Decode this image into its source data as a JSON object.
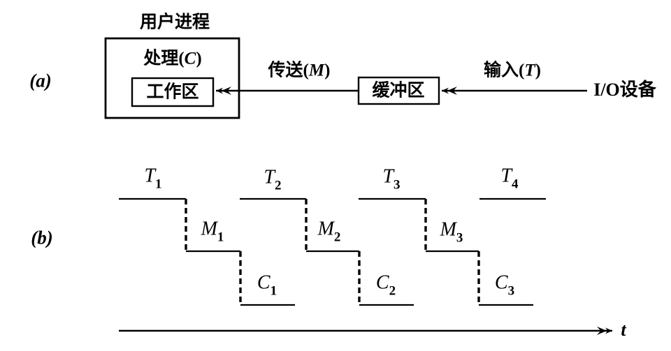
{
  "colors": {
    "ink": "#000000",
    "background": "#ffffff"
  },
  "part_a": {
    "label": "(a)",
    "user_process_title": "用户进程",
    "processing": {
      "prefix": "处理(",
      "var": "C",
      "suffix": ")"
    },
    "work_area": "工作区",
    "buffer": "缓冲区",
    "transfer": {
      "prefix": "传送(",
      "var": "M",
      "suffix": ")"
    },
    "input": {
      "prefix": "输入(",
      "var": "T",
      "suffix": ")"
    },
    "io_device": "I/O设备"
  },
  "part_b": {
    "label": "(b)",
    "axis_label": "t",
    "segments": [
      {
        "main": "T",
        "sub": "1"
      },
      {
        "main": "T",
        "sub": "2"
      },
      {
        "main": "T",
        "sub": "3"
      },
      {
        "main": "T",
        "sub": "4"
      },
      {
        "main": "M",
        "sub": "1"
      },
      {
        "main": "M",
        "sub": "2"
      },
      {
        "main": "M",
        "sub": "3"
      },
      {
        "main": "C",
        "sub": "1"
      },
      {
        "main": "C",
        "sub": "2"
      },
      {
        "main": "C",
        "sub": "3"
      }
    ]
  }
}
